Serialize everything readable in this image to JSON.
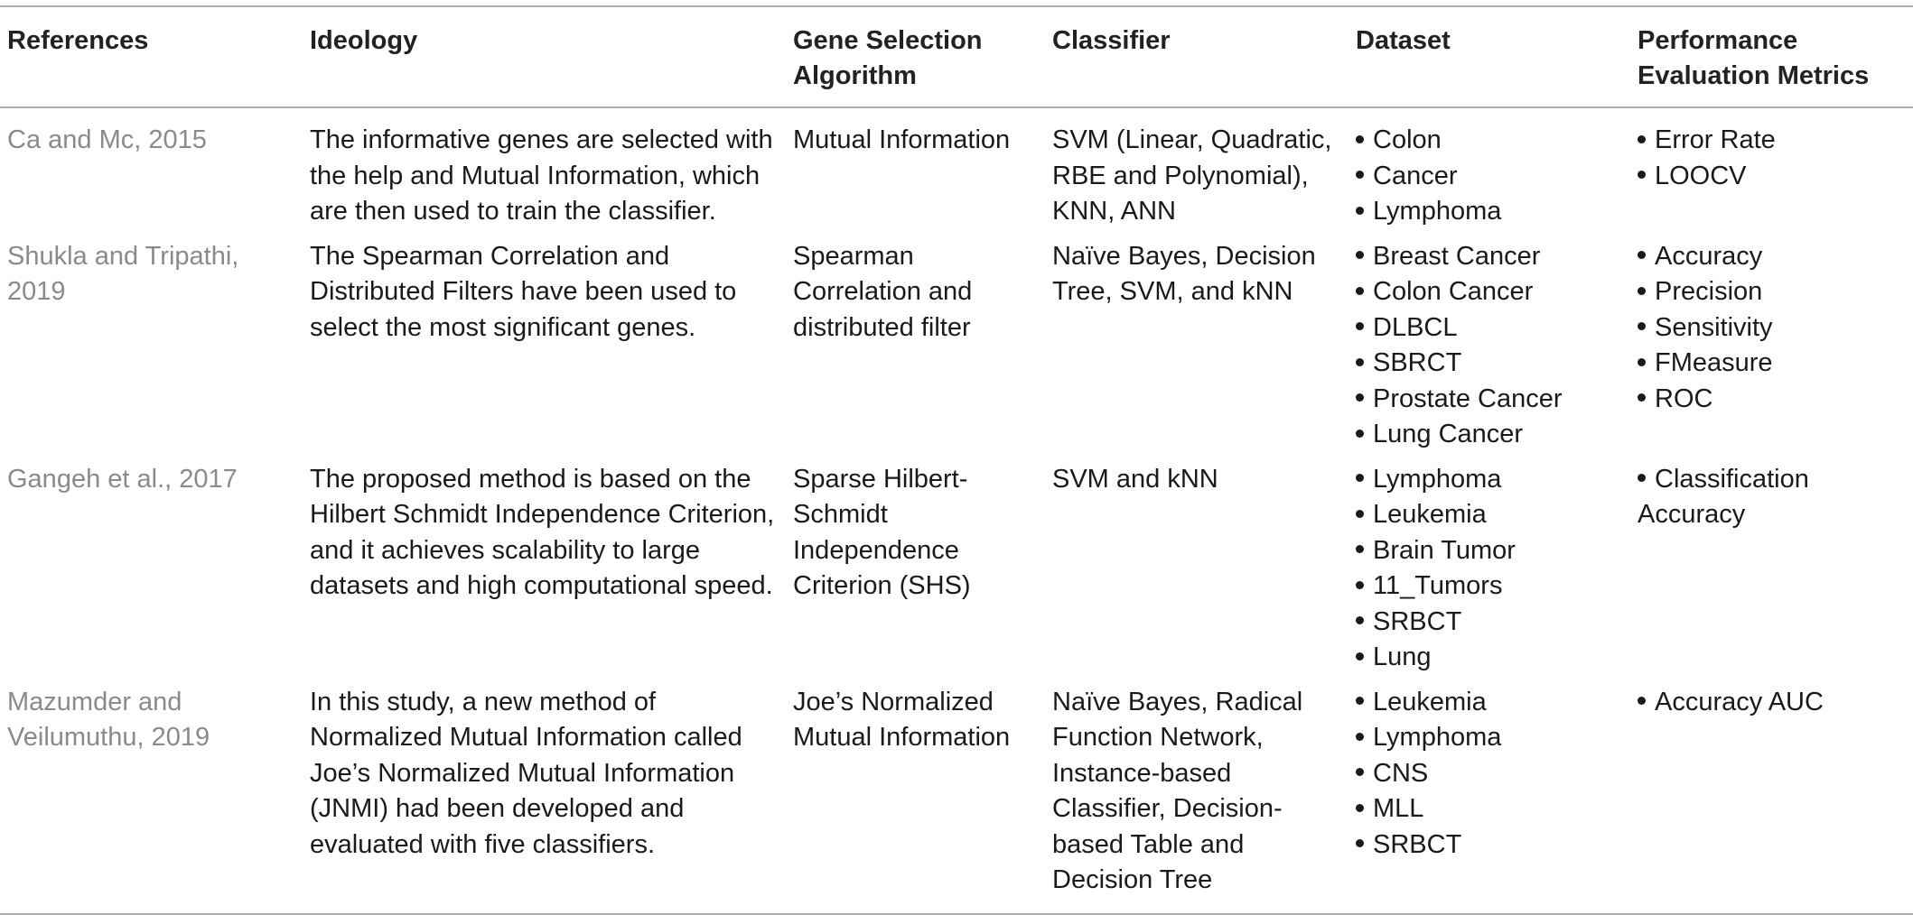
{
  "table": {
    "headers": [
      "References",
      "Ideology",
      "Gene Selection Algorithm",
      "Classifier",
      "Dataset",
      "Performance Evaluation Metrics"
    ],
    "rows": [
      {
        "reference": "Ca and Mc, 2015",
        "ideology": "The informative genes are selected with the help and Mutual Information, which are then used to train the classifier.",
        "algorithm": "Mutual Information",
        "classifier": "SVM (Linear, Quadratic, RBE and Polynomial), KNN, ANN",
        "datasets": [
          "Colon",
          "Cancer",
          "Lymphoma"
        ],
        "metrics": [
          "Error Rate",
          "LOOCV"
        ]
      },
      {
        "reference": "Shukla and Tripathi, 2019",
        "ideology": "The Spearman Correlation and Distributed Filters have been used to select the most significant genes.",
        "algorithm": "Spearman Correlation and distributed filter",
        "classifier": "Naïve Bayes, Decision Tree, SVM, and kNN",
        "datasets": [
          "Breast Cancer",
          "Colon Cancer",
          "DLBCL",
          "SBRCT",
          "Prostate Cancer",
          "Lung Cancer"
        ],
        "metrics": [
          "Accuracy",
          "Precision",
          "Sensitivity",
          "FMeasure",
          "ROC"
        ]
      },
      {
        "reference": "Gangeh et al., 2017",
        "ideology": "The proposed method is based on the Hilbert Schmidt Independence Criterion, and it achieves scalability to large datasets and high computational speed.",
        "algorithm": "Sparse Hilbert-Schmidt Independence Criterion (SHS)",
        "classifier": "SVM and kNN",
        "datasets": [
          "Lymphoma",
          "Leukemia",
          "Brain Tumor",
          "11_Tumors",
          "SRBCT",
          "Lung"
        ],
        "metrics": [
          "Classification Accuracy"
        ]
      },
      {
        "reference": "Mazumder and Veilumuthu, 2019",
        "ideology": "In this study, a new method of Normalized Mutual Information called Joe’s Normalized Mutual Information (JNMI) had been developed and evaluated with five classifiers.",
        "algorithm": "Joe’s Normalized Mutual Information",
        "classifier": "Naïve Bayes, Radical Function Network, Instance-based Classifier, Decision-based Table and Decision Tree",
        "datasets": [
          "Leukemia",
          "Lymphoma",
          "CNS",
          "MLL",
          "SRBCT"
        ],
        "metrics": [
          "Accuracy AUC"
        ]
      }
    ]
  }
}
